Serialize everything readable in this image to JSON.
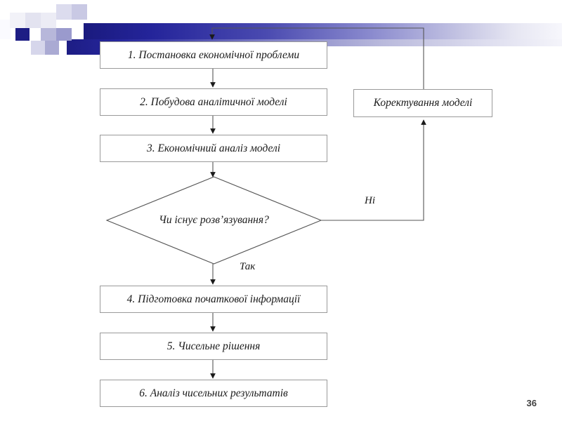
{
  "slide": {
    "page_number": "36",
    "accent_color": "#1d1d84",
    "line_color": "#555555",
    "box_border_color": "#9a9a9a"
  },
  "diagram": {
    "type": "flowchart",
    "title": "",
    "nodes": [
      {
        "id": "n1",
        "shape": "process",
        "label": "1. Постановка економічної проблеми"
      },
      {
        "id": "n2",
        "shape": "process",
        "label": "2. Побудова аналітичної моделі"
      },
      {
        "id": "n3",
        "shape": "process",
        "label": "3. Економічний аналіз моделі"
      },
      {
        "id": "d1",
        "shape": "decision",
        "label": "Чи існує розв’язування?"
      },
      {
        "id": "n4",
        "shape": "process",
        "label": "4. Підготовка початкової інформації"
      },
      {
        "id": "n5",
        "shape": "process",
        "label": "5. Чисельне рішення"
      },
      {
        "id": "n6",
        "shape": "process",
        "label": "6. Аналіз чисельних результатів"
      },
      {
        "id": "ncorr",
        "shape": "process",
        "label": "Коректування моделі"
      }
    ],
    "edges": [
      {
        "from": "n1",
        "to": "n2",
        "label": ""
      },
      {
        "from": "n2",
        "to": "n3",
        "label": ""
      },
      {
        "from": "n3",
        "to": "d1",
        "label": ""
      },
      {
        "from": "d1",
        "to": "ncorr",
        "label": "Ні"
      },
      {
        "from": "d1",
        "to": "n4",
        "label": "Так"
      },
      {
        "from": "ncorr",
        "to": "n1",
        "label": ""
      },
      {
        "from": "n4",
        "to": "n5",
        "label": ""
      },
      {
        "from": "n5",
        "to": "n6",
        "label": ""
      }
    ],
    "edge_labels": {
      "no": "Ні",
      "yes": "Так"
    }
  }
}
